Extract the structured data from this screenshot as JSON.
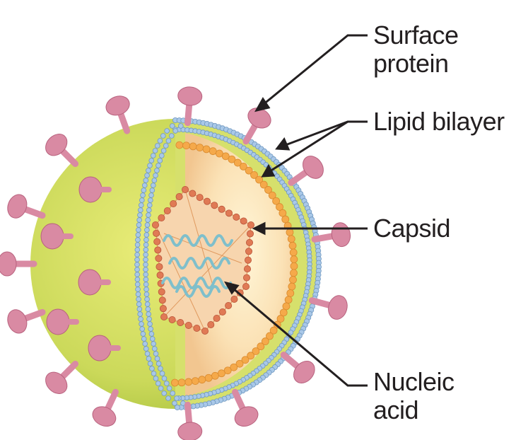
{
  "labels": {
    "surface_protein": [
      "Surface",
      "protein"
    ],
    "lipid_bilayer": "Lipid bilayer",
    "capsid": "Capsid",
    "nucleic_acid": [
      "Nucleic",
      "acid"
    ]
  },
  "colors": {
    "envelope_outer": "#c9d957",
    "envelope_inner": "#e6ea6e",
    "lipid_heads": "#a9c8e8",
    "surface_protein": "#d98aa3",
    "capsid_beads": "#f5a94a",
    "inner_capsid_beads": "#e07a55",
    "interior": "#f8d9b0",
    "nucleic_acid": "#8cc9d2",
    "leader_lines": "#231f20"
  }
}
